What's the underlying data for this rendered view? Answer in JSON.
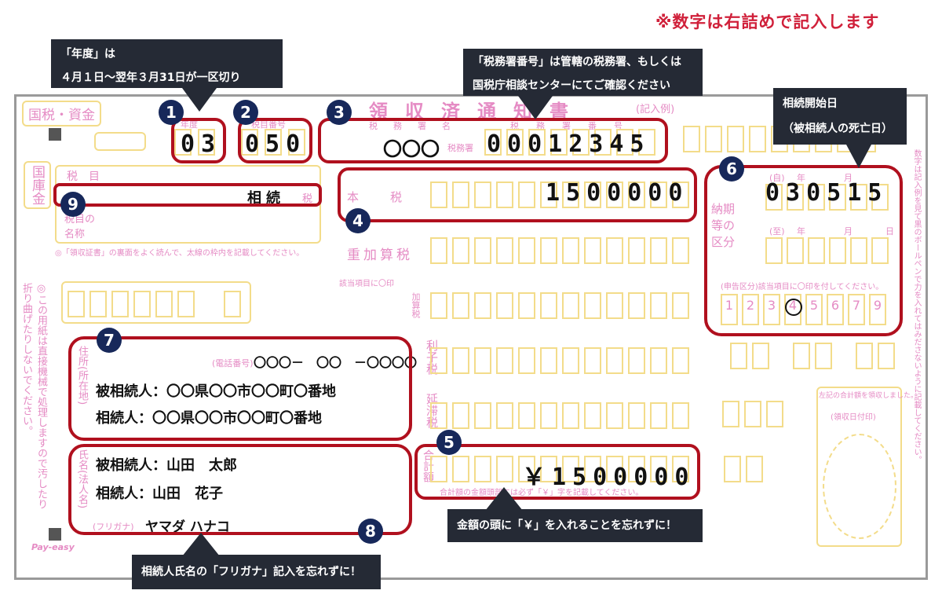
{
  "header_note": "※数字は右詰めで記入します",
  "form": {
    "title_left": "国税",
    "title_right": "資金",
    "title_center": "領収済通知書",
    "example_label": "(記入例)",
    "kokko": "国庫金",
    "fiscal_year_label": "年度",
    "fiscal_year": "03",
    "tax_item_label": "税目番号",
    "tax_item_number": "050",
    "tax_office_name_label": "税務署名",
    "tax_office_name": "〇〇〇",
    "tax_office_suffix": "税務署",
    "tax_office_number_label": "税務署番号",
    "tax_office_number": "00012345",
    "tax_type_label": "税目",
    "tax_type": "相続",
    "tax_suffix": "税",
    "tax_type_name_label": "税目の名称",
    "instruction": "◎「領収証書」の裏面をよく読んで、太線の枠内を記載してください。",
    "main_tax_label": "本税",
    "main_tax_amount": "1500000",
    "additional_tax_label": "重加算税",
    "penalty_label": "加算税",
    "check_label": "該当項目に〇印",
    "interest_tax_label": "利子税",
    "delinquency_tax_label": "延滞税",
    "total_label": "合計額",
    "total_amount": "￥1500000",
    "total_note": "合計額の金額頭部には必ず「￥」字を記載してください。",
    "period_label": "納期等の区分",
    "period_from_label": "(自)",
    "period_to_label": "(至)",
    "year_label": "年",
    "month_label": "月",
    "day_label": "日",
    "period_from": "030515",
    "declaration_label": "(申告区分)該当項目に〇印を付してください。",
    "declaration_options": [
      "1",
      "2",
      "3",
      "4",
      "5",
      "6",
      "7",
      "9"
    ],
    "declaration_selected": "4",
    "address_label": "住所(所在地)",
    "phone_label": "(電話番号)",
    "phone": "〇〇〇－　〇〇　－〇〇〇〇",
    "address_deceased": "被相続人：〇〇県〇〇市〇〇町〇番地",
    "address_heir": "相続人：〇〇県〇〇市〇〇町〇番地",
    "name_label": "氏名(法人名)",
    "name_deceased": "被相続人：山田　太郎",
    "name_heir": "相続人：山田　花子",
    "furigana_label": "(フリガナ)",
    "furigana": "ヤマダ ハナコ",
    "receipt_label": "左記の合計額を領収しました。",
    "receipt_date_label": "(領収日付印)",
    "side_note": "◎この用紙は直接機械で処理しますので汚したり折り曲げたりしないでください。",
    "right_side_note": "数字は記入例を見て黒のボールペンで力を入れてはみださないように記載してください。",
    "payeasy": "Pay-easy"
  },
  "badges": [
    "1",
    "2",
    "3",
    "4",
    "5",
    "6",
    "7",
    "8",
    "9"
  ],
  "tooltips": {
    "fiscal_year": [
      "「年度」は",
      "４月１日～翌年３月31日が一区切り"
    ],
    "tax_office": [
      "「税務署番号」は管轄の税務署、もしくは",
      "国税庁相談センターにてご確認ください"
    ],
    "inheritance_date": [
      "相続開始日",
      "（被相続人の死亡日）"
    ],
    "yen": "金額の頭に「￥」を入れることを忘れずに！",
    "furigana": "相続人氏名の「フリガナ」記入を忘れずに！"
  },
  "colors": {
    "annotation_red": "#b0101e",
    "badge_navy": "#17285a",
    "tooltip_bg": "#252a35",
    "form_pink": "#e58bc4",
    "form_yellow": "#f3dc8a",
    "note_red": "#d0203a"
  }
}
